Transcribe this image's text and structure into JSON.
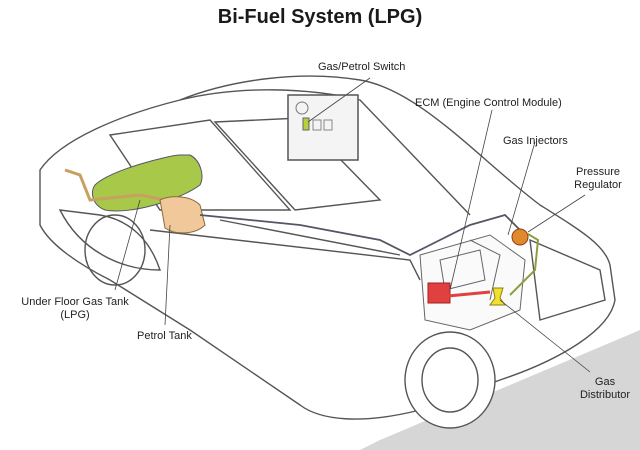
{
  "title": "Bi-Fuel System (LPG)",
  "labels": {
    "switch": "Gas/Petrol Switch",
    "ecm": "ECM (Engine Control Module)",
    "injectors": "Gas Injectors",
    "regulator_1": "Pressure",
    "regulator_2": "Regulator",
    "gas_tank_1": "Under Floor Gas Tank",
    "gas_tank_2": "(LPG)",
    "petrol_tank": "Petrol Tank",
    "distributor_1": "Gas",
    "distributor_2": "Distributor"
  },
  "colors": {
    "gas_tank": "#a8c84a",
    "petrol_tank": "#f0c89a",
    "ecm": "#e04040",
    "regulator": "#e08a30",
    "distributor": "#f0e030",
    "outline": "#555555",
    "shadow": "#d0d0d0"
  }
}
